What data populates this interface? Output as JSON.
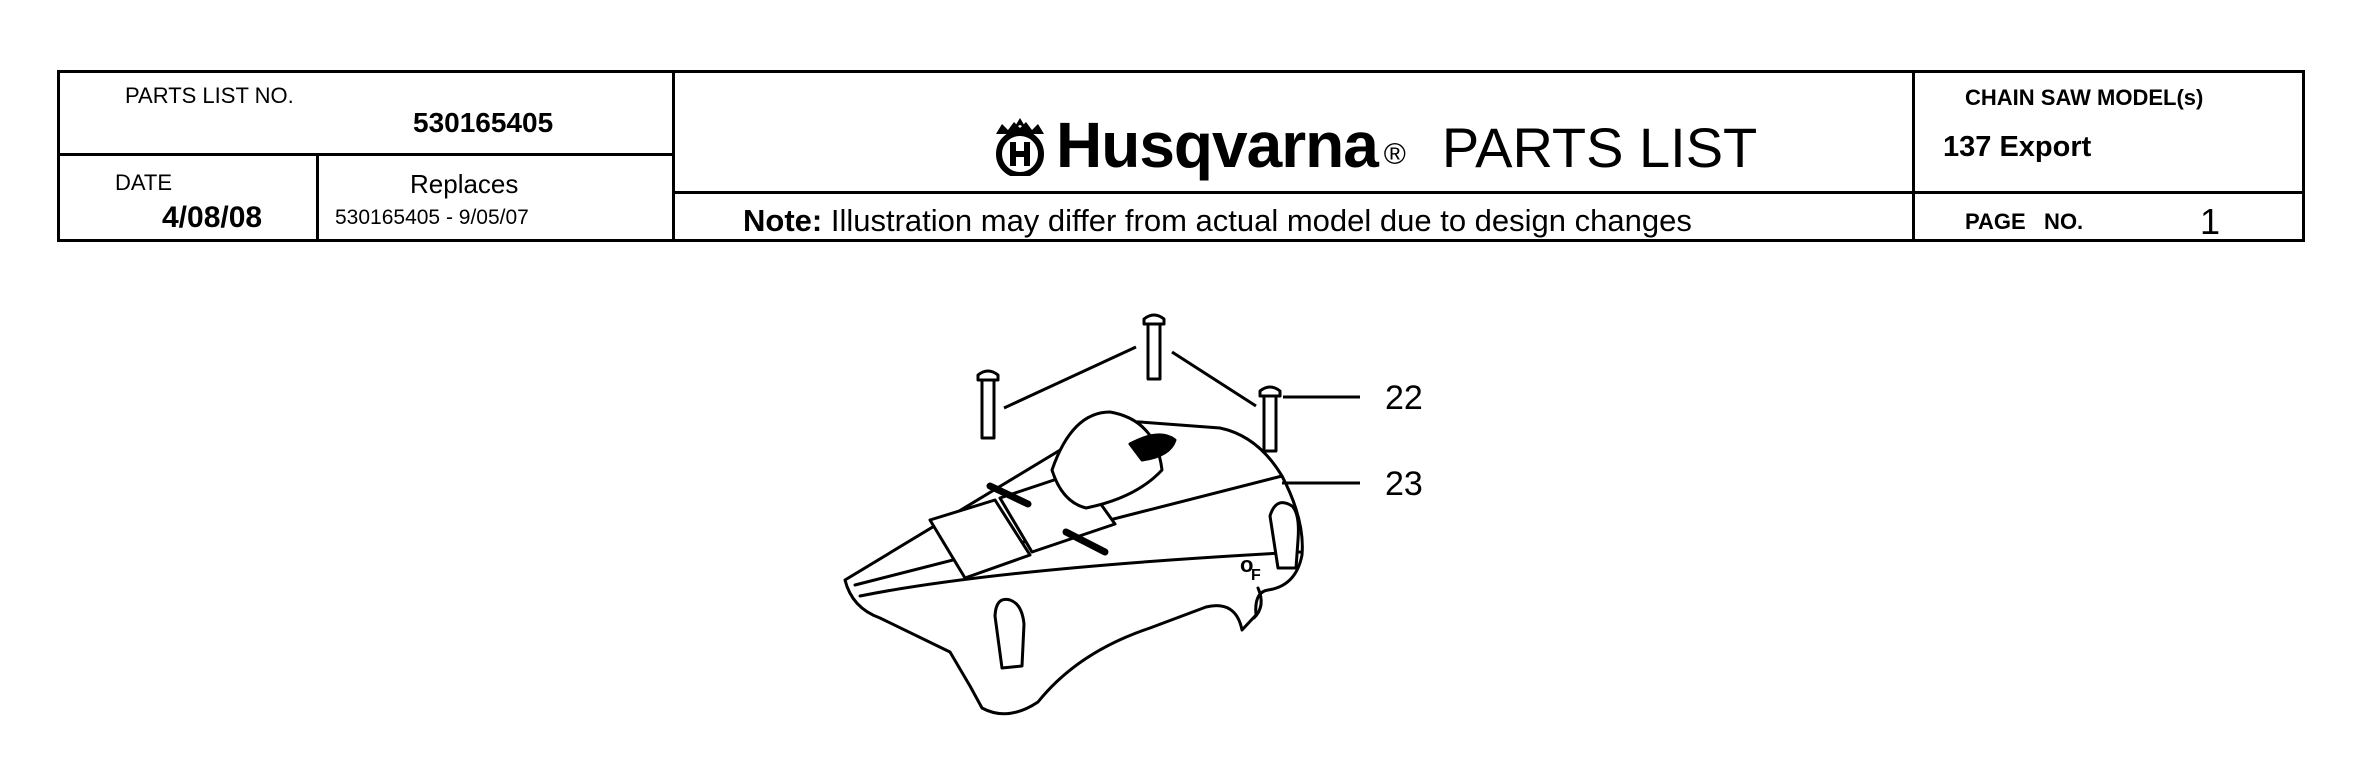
{
  "header": {
    "parts_list_label": "PARTS LIST NO.",
    "parts_list_no": "530165405",
    "date_label": "DATE",
    "date_value": "4/08/08",
    "replaces_label": "Replaces",
    "replaces_value": "530165405 - 9/05/07",
    "brand": "Husqvarna",
    "registered": "®",
    "title": "PARTS LIST",
    "note_bold": "Note:",
    "note_text": "Illustration may differ from actual model due to design changes",
    "model_label": "CHAIN SAW MODEL(s)",
    "model_value": "137 Export",
    "page_label": "PAGE   NO.",
    "page_value": "1"
  },
  "illustration": {
    "callouts": [
      {
        "number": "22",
        "part": "screw"
      },
      {
        "number": "23",
        "part": "cylinder cover"
      }
    ]
  }
}
